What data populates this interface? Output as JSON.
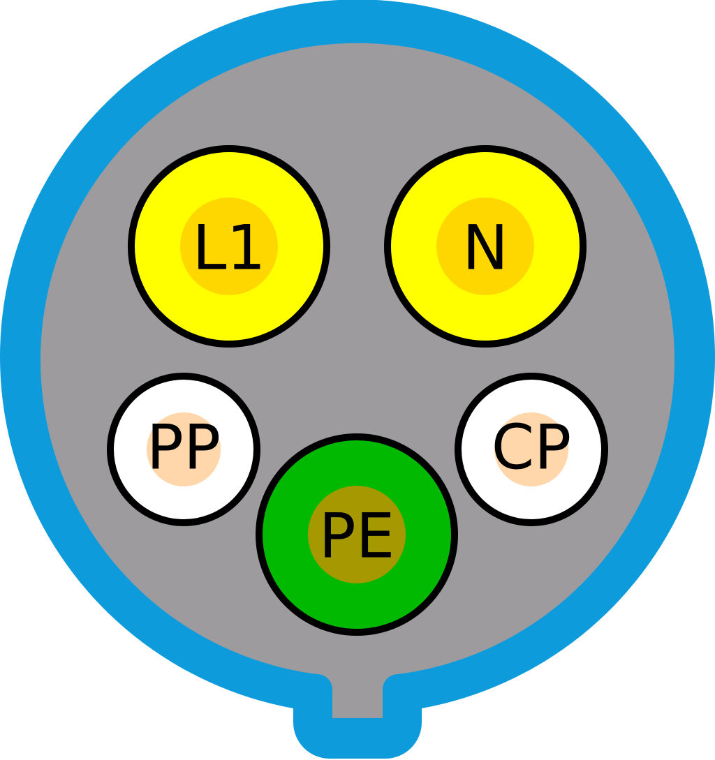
{
  "colors": {
    "housing_ring": "#0e9bdc",
    "housing_face": "#9d9b9e",
    "pin_outline": "#000000",
    "phase_pin_outer": "#ffff00",
    "phase_pin_inner": "#ffd700",
    "signal_pin_outer": "#ffffff",
    "signal_pin_inner": "#ffd7aa",
    "earth_pin_outer": "#00b900",
    "earth_pin_inner": "#a59800"
  },
  "pins": {
    "l1": {
      "label": "L1",
      "icon": "phase-pin-icon"
    },
    "n": {
      "label": "N",
      "icon": "neutral-pin-icon"
    },
    "pp": {
      "label": "PP",
      "icon": "proximity-pilot-pin-icon"
    },
    "cp": {
      "label": "CP",
      "icon": "control-pilot-pin-icon"
    },
    "pe": {
      "label": "PE",
      "icon": "protective-earth-pin-icon"
    }
  }
}
